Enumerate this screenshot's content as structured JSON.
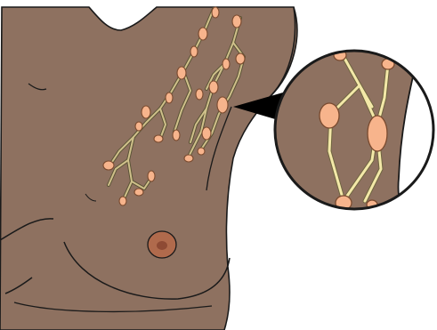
{
  "figure": {
    "subject": "lymph-node-drainage-illustration",
    "colors": {
      "background": "#ffffff",
      "skin": "#8e7160",
      "skin_shadow": "#7d6151",
      "outline": "#1a1a1a",
      "vessel_fill": "#cfc08a",
      "vessel_stroke": "#5c5437",
      "node_fill": "#f7b48c",
      "node_stroke": "#7a4a2e",
      "nipple": "#b06a4c",
      "areola_inner": "#8e4a34",
      "magnifier_vessel_fill": "#f3e8a8",
      "magnifier_vessel_stroke": "#6f6540",
      "pointer": "#000000"
    },
    "icons": [
      "magnifier-lens",
      "callout-pointer"
    ]
  }
}
